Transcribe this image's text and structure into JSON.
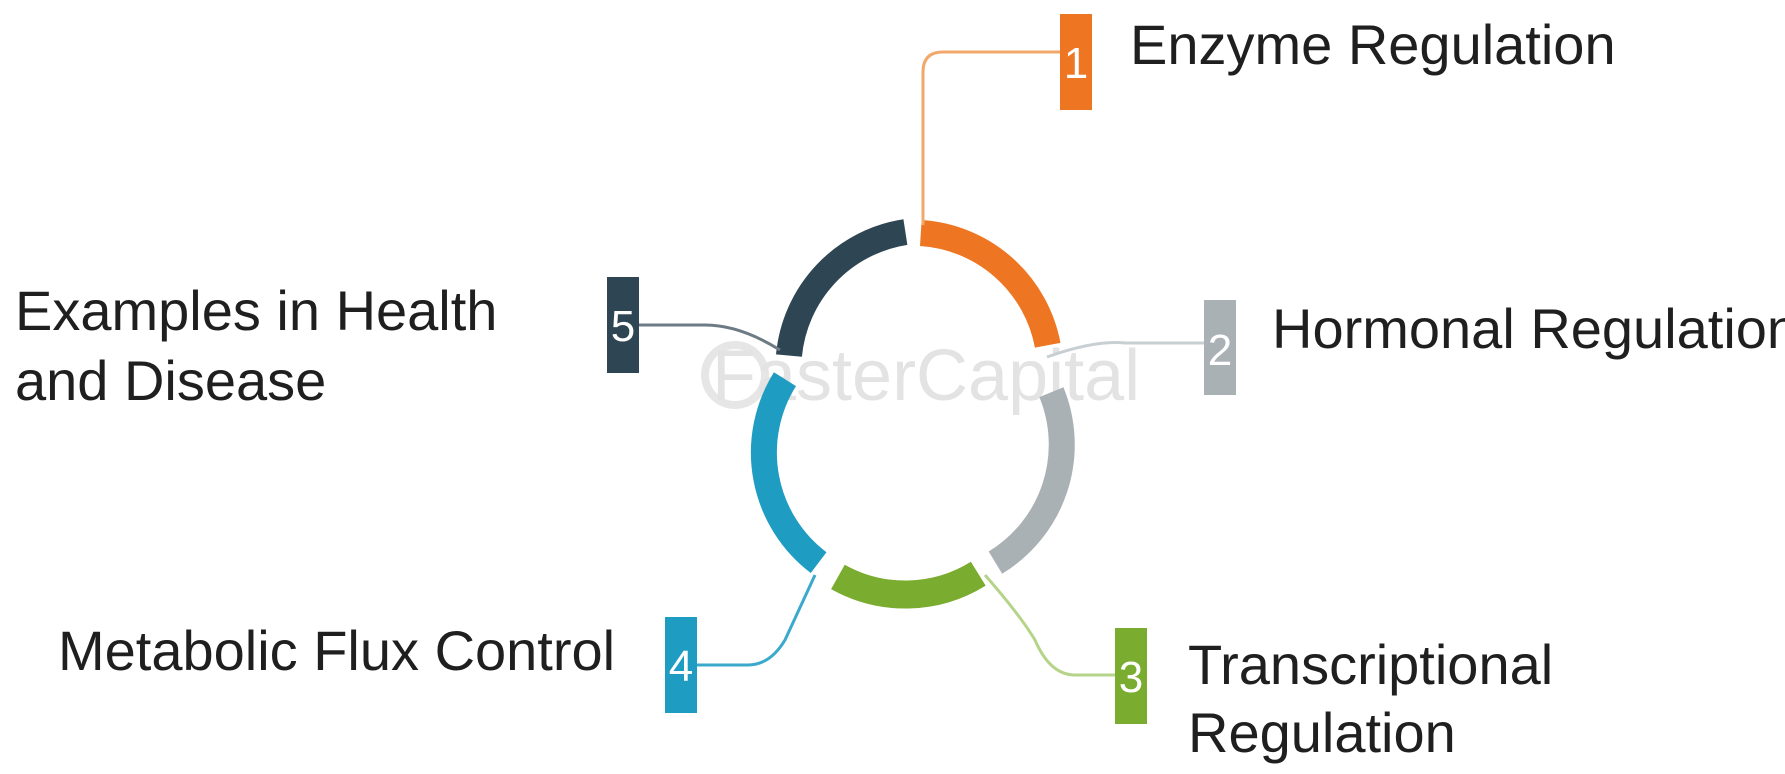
{
  "items": [
    {
      "number": "1",
      "label_lines": [
        "Enzyme Regulation"
      ],
      "color": "#ee7623",
      "connector_color": "#f2a86a"
    },
    {
      "number": "2",
      "label_lines": [
        "Hormonal Regulation"
      ],
      "color": "#a9b1b5",
      "connector_color": "#c8cfd2"
    },
    {
      "number": "3",
      "label_lines": [
        "Transcriptional",
        "Regulation"
      ],
      "color": "#7aac2f",
      "connector_color": "#b5d48a"
    },
    {
      "number": "4",
      "label_lines": [
        "Metabolic Flux Control"
      ],
      "color": "#1f9cc1",
      "connector_color": "#3aa9cb"
    },
    {
      "number": "5",
      "label_lines": [
        "Examples in Health",
        "and Disease"
      ],
      "color": "#2e4553",
      "connector_color": "#6c7b84"
    }
  ],
  "watermark": {
    "text": "FasterCapital",
    "color": "#e3e3e3"
  }
}
